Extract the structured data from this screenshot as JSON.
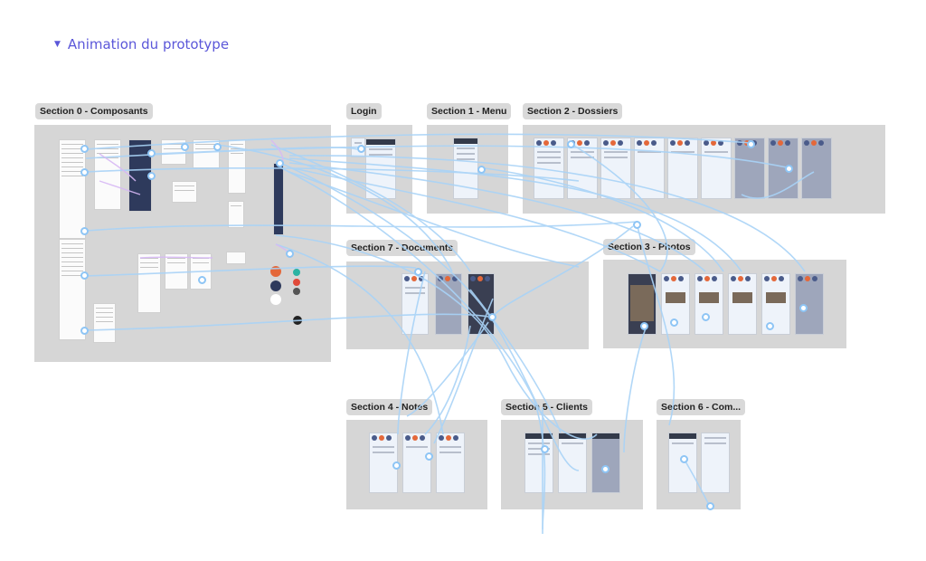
{
  "heading": {
    "toggle_icon": "triangle-down-icon",
    "title": "Animation du prototype"
  },
  "sections": [
    {
      "id": "s0",
      "label": "Section 0 - Composants"
    },
    {
      "id": "login",
      "label": "Login"
    },
    {
      "id": "s1",
      "label": "Section 1 - Menu"
    },
    {
      "id": "s2",
      "label": "Section 2 - Dossiers"
    },
    {
      "id": "s7",
      "label": "Section 7 - Documents"
    },
    {
      "id": "s3",
      "label": "Section 3 - Photos"
    },
    {
      "id": "s4",
      "label": "Section 4 - Notes"
    },
    {
      "id": "s5",
      "label": "Section 5 - Clients"
    },
    {
      "id": "s6",
      "label": "Section 6 - Com..."
    }
  ],
  "colors": {
    "accent": "#5b57d9",
    "link": "#8ec5f5",
    "section_bg": "#d6d6d6",
    "brand_dark": "#2e3a5c",
    "brand_orange": "#e4683a",
    "brand_teal": "#2bb3a3"
  }
}
